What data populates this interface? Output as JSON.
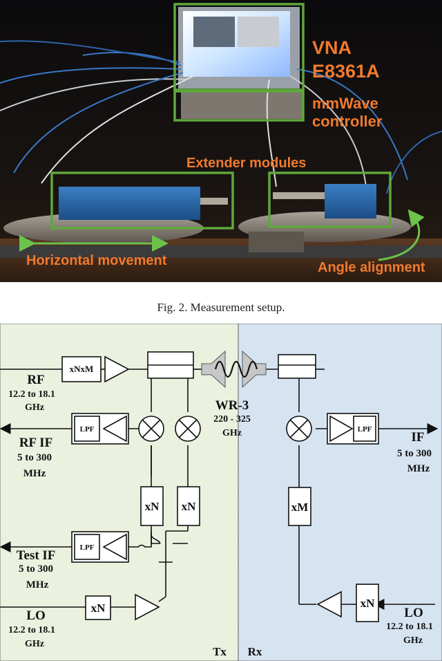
{
  "photo": {
    "labels": {
      "vna": "VNA",
      "vna_model": "E8361A",
      "controller_line1": "mmWave",
      "controller_line2": "controller",
      "extender": "Extender modules",
      "horizontal": "Horizontal movement",
      "angle": "Angle alignment"
    },
    "colors": {
      "label": "#f07a2e",
      "highlight_box": "#5fa83c",
      "arrow": "#6cc24a"
    }
  },
  "caption": "Fig. 2.   Measurement setup.",
  "diagram": {
    "tx_label": "Tx",
    "rx_label": "Rx",
    "colors": {
      "tx_bg": "#eaf1df",
      "rx_bg": "#d6e3f1",
      "stroke": "#111111"
    },
    "blocks": {
      "mult_rf": "xNxM",
      "lpf_rf": "LPF",
      "lpf_test": "LPF",
      "xn_1": "xN",
      "xn_2": "xN",
      "xn_lo": "xN",
      "xm_rx": "xM",
      "lpf_rx": "LPF",
      "xn_rx_lo": "xN"
    },
    "ports": {
      "rf": {
        "title": "RF",
        "line2": "12.2 to 18.1",
        "line3": "GHz"
      },
      "rf_if": {
        "title": "RF IF",
        "line2": "5 to 300",
        "line3": "MHz"
      },
      "test_if": {
        "title": "Test IF",
        "line2": "5 to 300",
        "line3": "MHz"
      },
      "lo": {
        "title": "LO",
        "line2": "12.2 to 18.1",
        "line3": "GHz"
      },
      "if_rx": {
        "title": "IF",
        "line2": "5 to 300",
        "line3": "MHz"
      },
      "lo_rx": {
        "title": "LO",
        "line2": "12.2 to 18.1",
        "line3": "GHz"
      },
      "wr3": {
        "title": "WR-3",
        "line2": "220 - 325",
        "line3": "GHz"
      }
    }
  }
}
